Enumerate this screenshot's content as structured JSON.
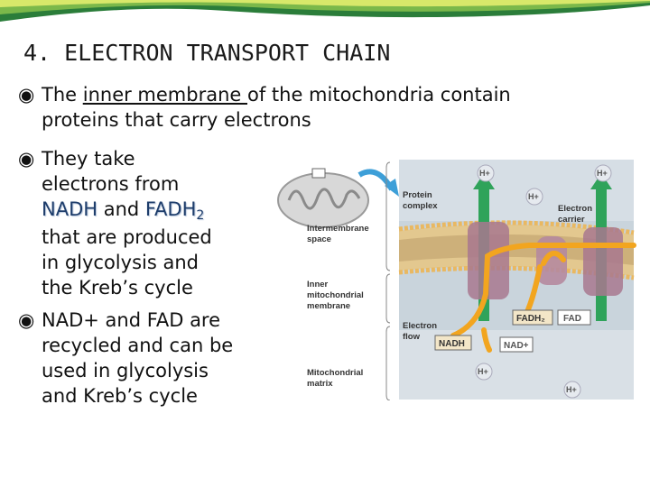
{
  "slide": {
    "title": "4. ELECTRON TRANSPORT CHAIN",
    "bullet1": {
      "pre": "The ",
      "underlined": "inner membrane ",
      "post": "of the mitochondria contain",
      "line2": "proteins that carry electrons"
    },
    "bullet2": {
      "line1": "They take",
      "line2": "electrons from",
      "nadh": "NADH",
      "and": " and ",
      "fadh": "FADH",
      "fadh_sub": "2",
      "line4": "that are produced",
      "line5": "in glycolysis and",
      "line6": "the Kreb’s cycle"
    },
    "bullet3": {
      "line1": "NAD+ and FAD are",
      "line2": "recycled and can be",
      "line3": "used in glycolysis",
      "line4": "and Kreb’s cycle"
    }
  },
  "figure": {
    "labels": {
      "protein_complex_1": "Protein",
      "protein_complex_2": "complex",
      "electron_carrier_1": "Electron",
      "electron_carrier_2": "carrier",
      "intermembrane_1": "Intermembrane",
      "intermembrane_2": "space",
      "inner_1": "Inner",
      "inner_2": "mitochondrial",
      "inner_3": "membrane",
      "electron_flow_1": "Electron",
      "electron_flow_2": "flow",
      "matrix_1": "Mitochondrial",
      "matrix_2": "matrix"
    },
    "molecules": {
      "h_plus": "H+",
      "fadh2": "FADH₂",
      "fad": "FAD",
      "nadh": "NADH",
      "nad_plus": "NAD+"
    }
  },
  "colors": {
    "title_text": "#1a1a1a",
    "highlight": "#1e3d6b",
    "membrane_bg": "#c9d4dc",
    "protein": "#a8788f",
    "electron_path": "#f2a51f",
    "proton_arrow": "#2fa35a"
  }
}
